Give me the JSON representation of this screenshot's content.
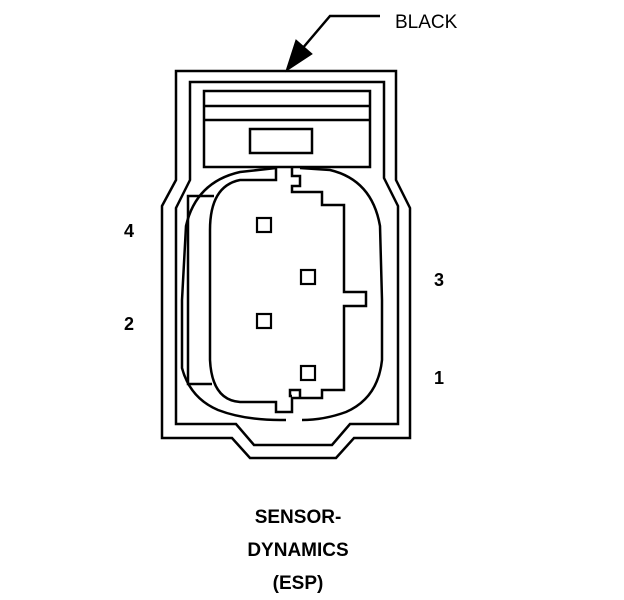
{
  "callout": {
    "color_label": "BLACK"
  },
  "pins": {
    "pin_1": "1",
    "pin_2": "2",
    "pin_3": "3",
    "pin_4": "4"
  },
  "caption": {
    "line1": "SENSOR-",
    "line2": "DYNAMICS",
    "line3": "(ESP)"
  },
  "colors": {
    "stroke": "#000000",
    "background": "#ffffff"
  }
}
